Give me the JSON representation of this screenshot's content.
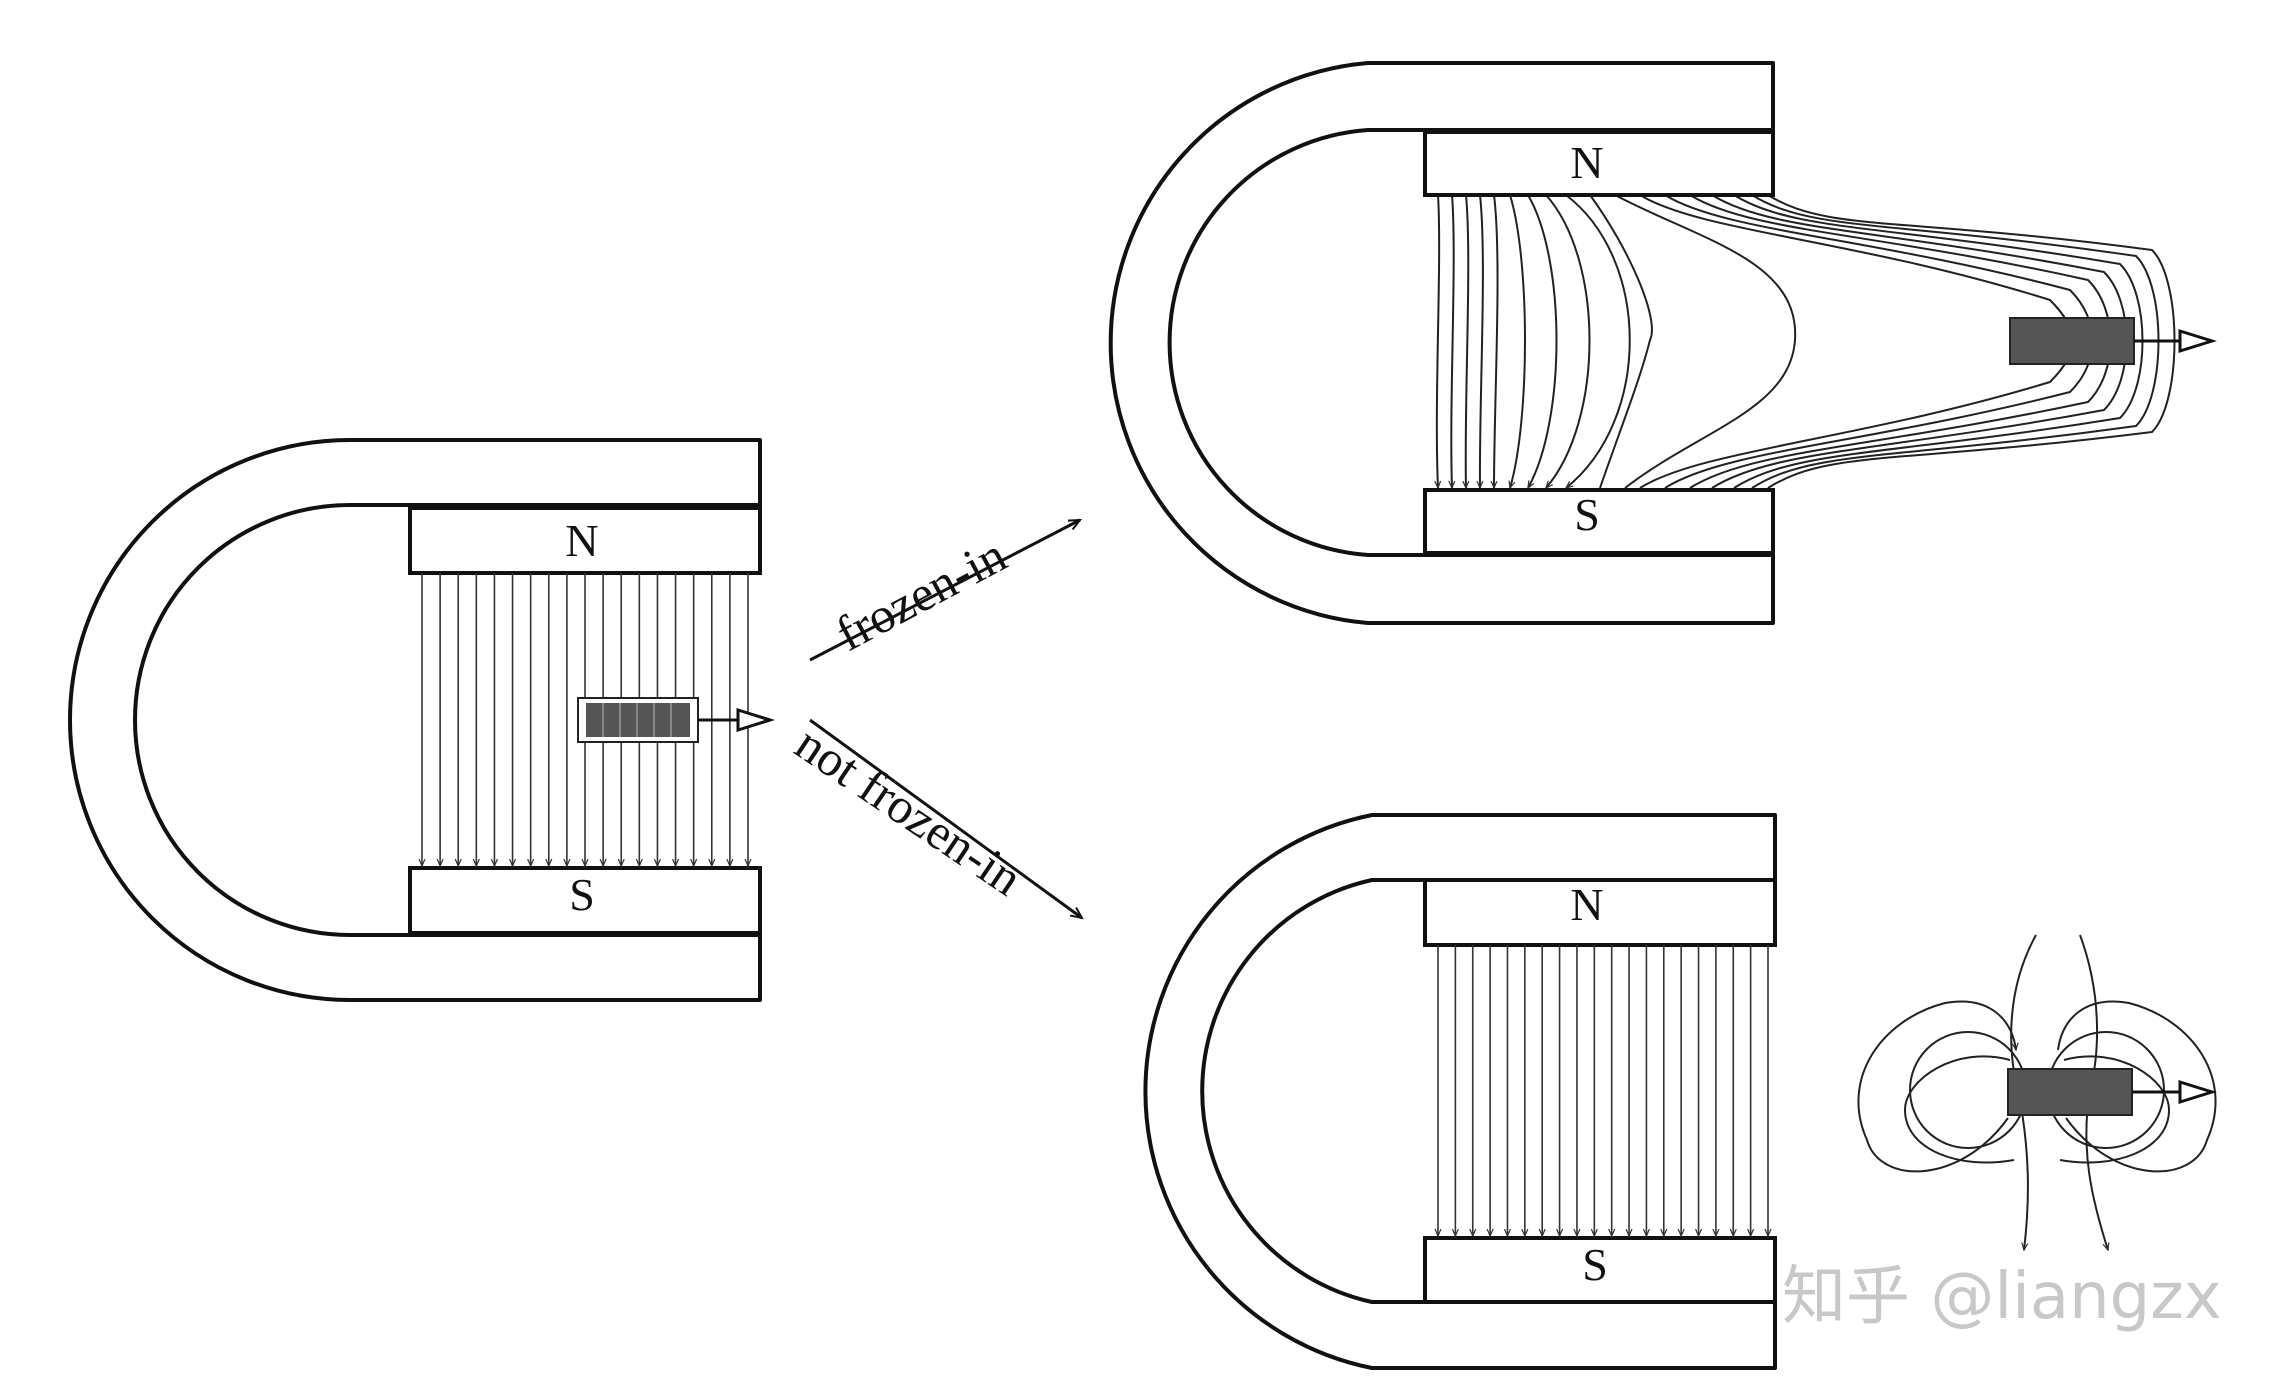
{
  "poles": {
    "north": "N",
    "south": "S"
  },
  "arrows": {
    "frozen": "frozen-in",
    "not_frozen": "not frozen-in"
  },
  "watermark": "知乎 @liangzx",
  "colors": {
    "ink": "#111111",
    "conductor_fill": "#555555",
    "watermark": "#c8c8c8",
    "background": "#ffffff"
  },
  "icons": {
    "moving_conductor": "dark-bar-with-arrow",
    "direction_arrow": "open-triangle-arrow"
  }
}
